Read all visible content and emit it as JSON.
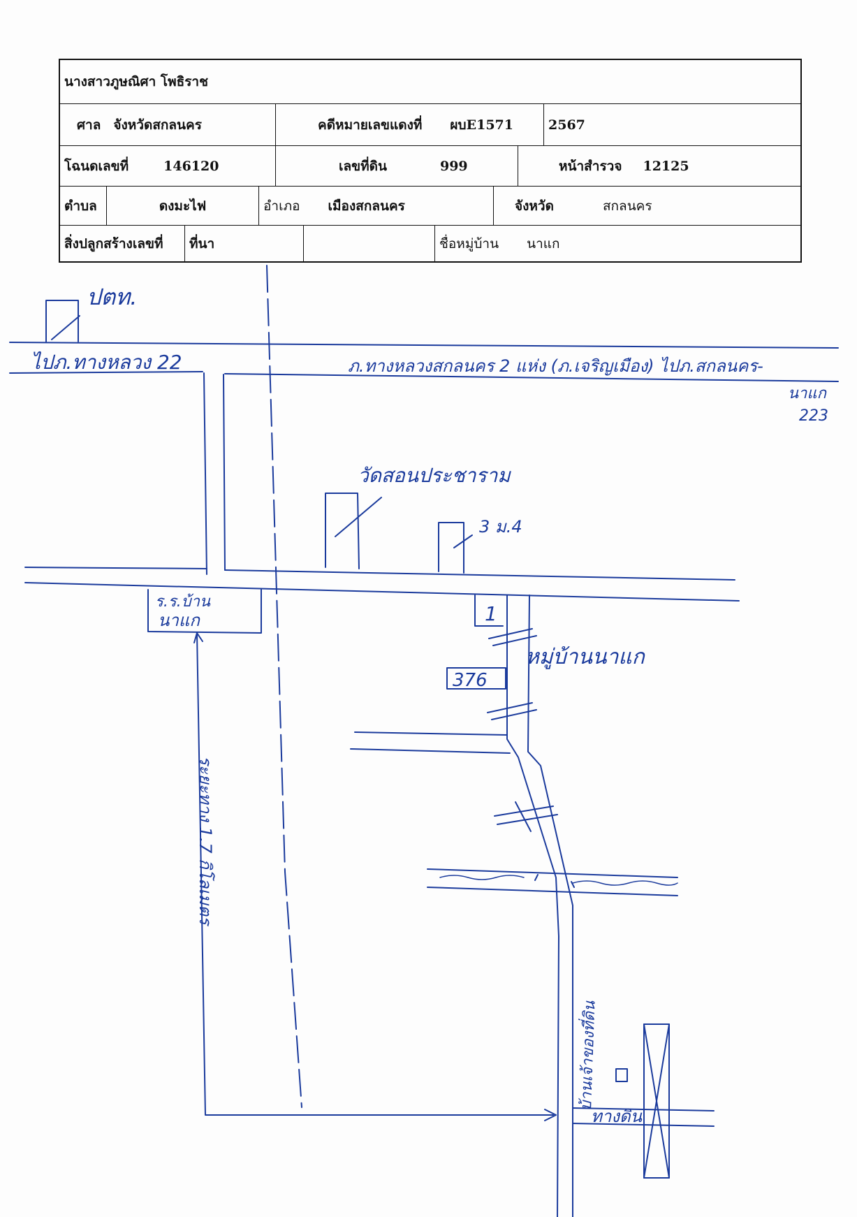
{
  "form": {
    "owner_name": "นางสาวภูษณิศา โพธิราช",
    "court_label": "ศาล",
    "court_value": "จังหวัดสกลนคร",
    "case_label": "คดีหมายเลขแดงที่",
    "case_number": "ผบE1571",
    "case_year": "2567",
    "deed_label": "โฉนดเลขที่",
    "deed_number": "146120",
    "land_label": "เลขที่ดิน",
    "land_number": "999",
    "survey_label": "หน้าสำรวจ",
    "survey_number": "12125",
    "subdistrict_label": "ตำบล",
    "subdistrict_value": "ดงมะไฟ",
    "district_label": "อำเภอ",
    "district_value": "เมืองสกลนคร",
    "province_label": "จังหวัด",
    "province_value": "สกลนคร",
    "structure_label": "สิ่งปลูกสร้างเลขที่",
    "structure_value": "ที่นา",
    "village_label": "ชื่อหมู่บ้าน",
    "village_value": "นาแก"
  },
  "map_labels": {
    "post_office": "ปตท.",
    "highway_left": "ไปภ.ทางหลวง 22",
    "highway_main": "ภ.ทางหลวงสกลนคร 2 แห่ง (ภ.เจริญเมือง) ไปภ.สกลนคร-",
    "highway_cont": "นาแก",
    "highway_number": "223",
    "temple": "วัดสอนประชาราม",
    "village_office": "3 ม.4",
    "school_line1": "ร.ร.บ้าน",
    "school_line2": "นาแก",
    "marker_1": "1",
    "village_name": "หมู่บ้านนาแก",
    "road_number": "376",
    "distance": "ระยะทาง 1.7 กิโลเมตร",
    "owner_house": "บ้านเจ้าของที่ดิน",
    "road_dirt": "ทางดิน"
  },
  "colors": {
    "ink": "#1a3a9c",
    "print": "#111111"
  }
}
